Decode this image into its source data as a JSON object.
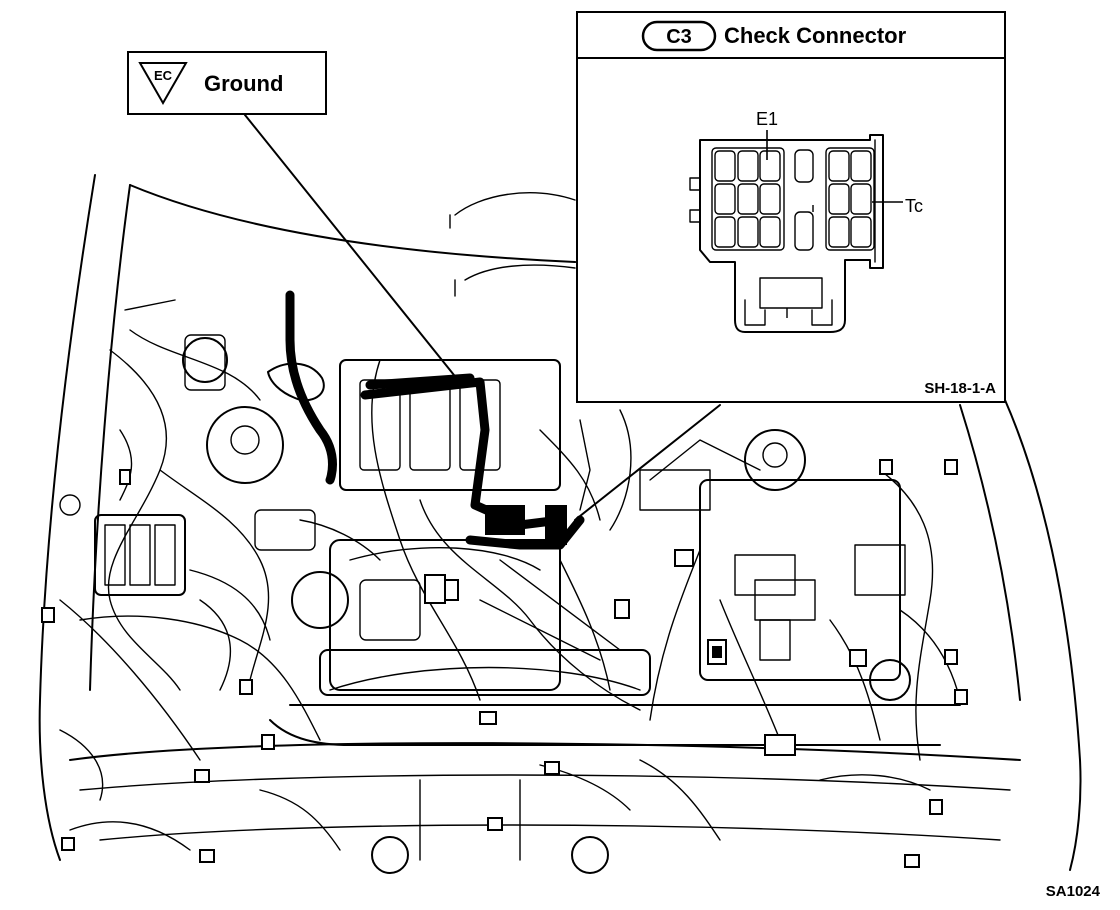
{
  "ground_label": {
    "code": "EC",
    "text": "Ground"
  },
  "inset": {
    "badge": "C3",
    "title": "Check Connector",
    "pin_e1": "E1",
    "pin_tc": "Tc",
    "ref": "SH-18-1-A"
  },
  "figure_ref": "SA1024",
  "colors": {
    "ink": "#000000",
    "paper": "#ffffff"
  }
}
